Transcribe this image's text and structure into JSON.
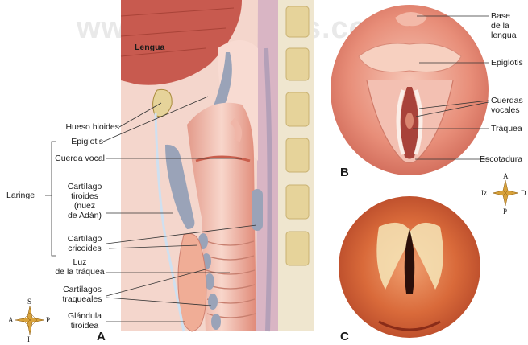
{
  "watermark": "www.medilibros.com",
  "panel_a": {
    "letter": "A",
    "labels": {
      "lengua": "Lengua",
      "hueso_hioides": "Hueso hioides",
      "epiglotis": "Epiglotis",
      "cuerda_vocal": "Cuerda vocal",
      "laringe": "Laringe",
      "cartilago_tiroides": [
        "Cartílago",
        "tiroides",
        "(nuez",
        "de Adán)"
      ],
      "cartilago_cricoides": [
        "Cartílago",
        "cricoides"
      ],
      "luz_traquea": [
        "Luz",
        "de la tráquea"
      ],
      "cartilagos_traqueales": [
        "Cartílagos",
        "traqueales"
      ],
      "glandula_tiroidea": [
        "Glándula",
        "tiroidea"
      ]
    },
    "compass": {
      "n": "S",
      "s": "I",
      "w": "A",
      "e": "P"
    }
  },
  "panel_b": {
    "letter": "B",
    "labels": {
      "base_lengua": [
        "Base",
        "de la",
        "lengua"
      ],
      "epiglotis": "Epiglotis",
      "cuerdas_vocales": [
        "Cuerdas",
        "vocales"
      ],
      "traquea": "Tráquea",
      "escotadura": "Escotadura"
    },
    "compass": {
      "n": "A",
      "s": "P",
      "w": "Iz",
      "e": "D"
    }
  },
  "panel_c": {
    "letter": "C"
  },
  "colors": {
    "tissue": "#e8907e",
    "tissue_light": "#f3c0b2",
    "cartilage": "#9aa3b8",
    "muscle": "#c85a4f",
    "bone": "#e6d39a",
    "gold": "#d8a23a"
  }
}
